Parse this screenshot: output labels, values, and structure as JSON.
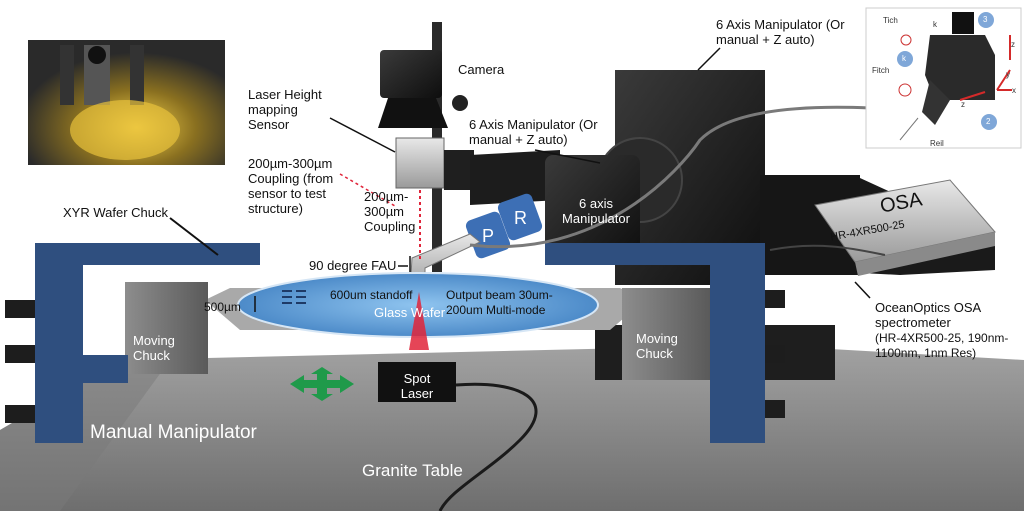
{
  "labels": {
    "camera": "Camera",
    "laser_sensor": "Laser Height mapping Sensor",
    "coupling_left": "200µm-300µm Coupling (from sensor to test structure)",
    "coupling_right": "200µm-300µm Coupling",
    "manip_top": "6 Axis Manipulator (Or manual + Z auto)",
    "manip_mid": "6 Axis Manipulator (Or manual + Z auto)",
    "manip_body": "6 axis Manipulator",
    "xyr_chuck": "XYR Wafer Chuck",
    "fau": "90 degree FAU",
    "standoff": "600um standoff",
    "dim_500": "500µm",
    "output_beam": "Output beam 30um-200um Multi-mode",
    "glass_wafer": "Glass Wafer",
    "moving_chuck_left": "Moving Chuck",
    "moving_chuck_right": "Moving Chuck",
    "spot_laser": "Spot Laser",
    "manual_manipulator": "Manual Manipulator",
    "granite_table": "Granite Table",
    "osa_title": "OceanOptics OSA spectrometer",
    "osa_details": "(HR-4XR500-25, 190nm-1100nm, 1nm Res)",
    "osa_box_text": "OSA",
    "osa_box_model": "HR-4XR500-25",
    "p_button": "P",
    "r_button": "R"
  },
  "axes_inset": {
    "tich": "Tich",
    "fitch": "Fitch",
    "reil": "Reil",
    "k_top": "k",
    "z_right": "z",
    "y_right": "y",
    "x_right": "x",
    "z_bottom": "z",
    "badge_1": "3",
    "badge_2": "k",
    "badge_3": "2"
  },
  "colors": {
    "accent_blue": "#3d6fb5",
    "manipulator_blue": "#2f4f7f",
    "laser_red": "#e0253a",
    "granite": "#8e8e8e",
    "wafer_blue": "#6aa6d9"
  }
}
